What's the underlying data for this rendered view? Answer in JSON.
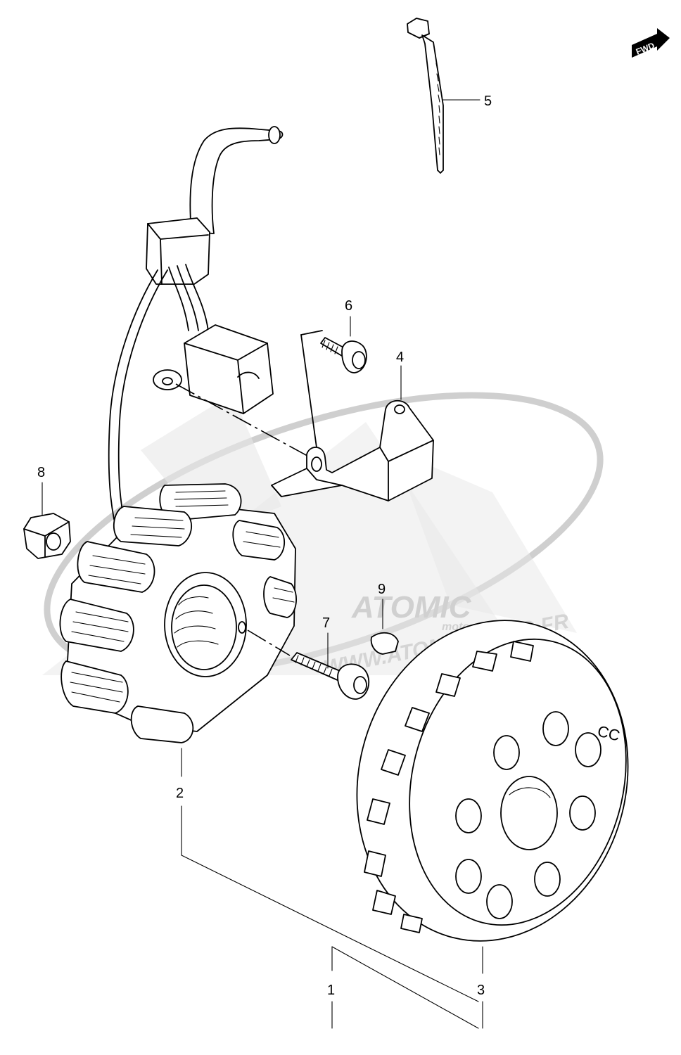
{
  "diagram": {
    "fwd_badge": "FWD",
    "watermark": {
      "brand_line1": "ATOMIC",
      "brand_line2": "moto",
      "url": "WWW.ATOMIC-MOTO.FR"
    },
    "rotor_marking": "CC",
    "callouts": [
      {
        "id": "1",
        "label": "1"
      },
      {
        "id": "2",
        "label": "2"
      },
      {
        "id": "3",
        "label": "3"
      },
      {
        "id": "4",
        "label": "4"
      },
      {
        "id": "5",
        "label": "5"
      },
      {
        "id": "6",
        "label": "6"
      },
      {
        "id": "7",
        "label": "7"
      },
      {
        "id": "8",
        "label": "8"
      },
      {
        "id": "9",
        "label": "9"
      }
    ]
  }
}
